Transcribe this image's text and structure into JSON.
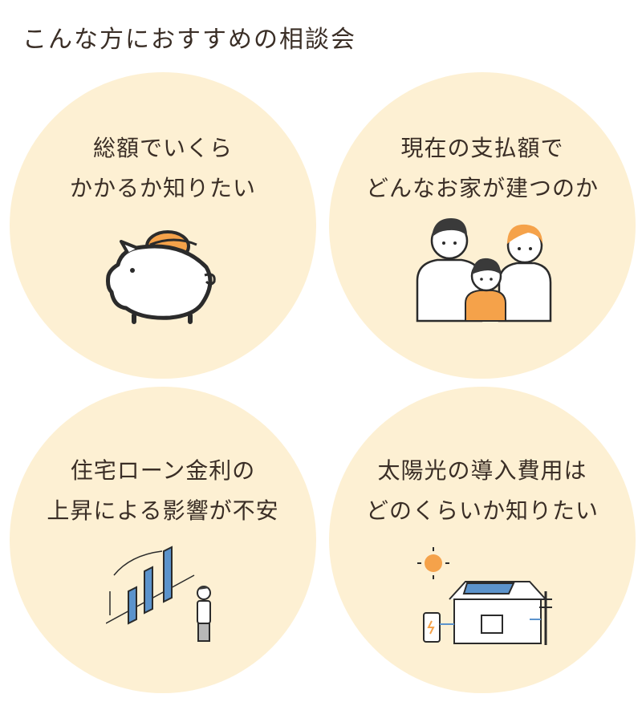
{
  "title": "こんな方におすすめの相談会",
  "cards": [
    {
      "lines": [
        "総額でいくら",
        "かかるか知りたい"
      ],
      "icon": "piggy-bank-icon"
    },
    {
      "lines": [
        "現在の支払額で",
        "どんなお家が建つのか"
      ],
      "icon": "family-thinking-icon"
    },
    {
      "lines": [
        "住宅ローン金利の",
        "上昇による影響が不安"
      ],
      "icon": "rising-chart-person-icon"
    },
    {
      "lines": [
        "太陽光の導入費用は",
        "どのくらいか知りたい"
      ],
      "icon": "solar-house-icon"
    }
  ],
  "colors": {
    "circle": "#fdf0d3",
    "text": "#3a2e26",
    "accent_orange": "#f5a24a",
    "accent_blue": "#5b93cc"
  }
}
